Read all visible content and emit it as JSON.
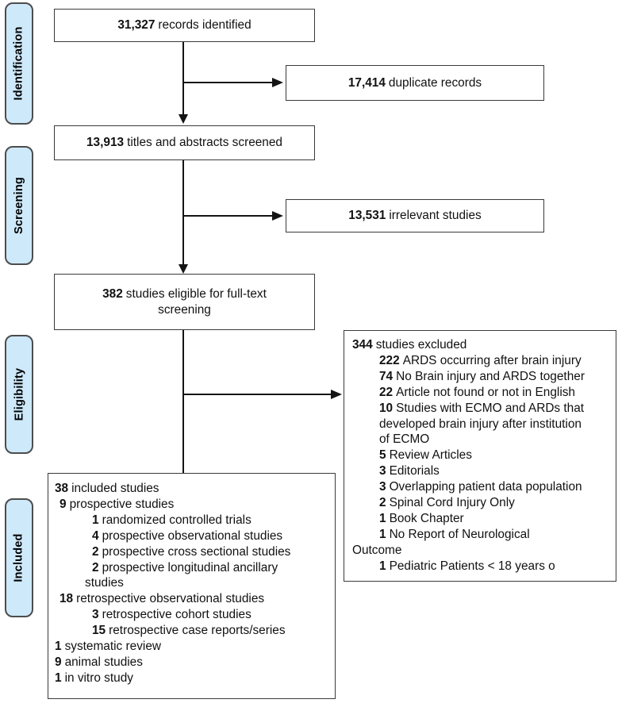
{
  "figure": {
    "kind": "PRISMA flow diagram"
  },
  "stages": [
    {
      "label": "Identification"
    },
    {
      "label": "Screening"
    },
    {
      "label": "Eligibility"
    },
    {
      "label": "Included"
    }
  ],
  "boxes": {
    "records_identified": {
      "num": "31,327",
      "text": "records identified"
    },
    "duplicate_records": {
      "num": "17,414",
      "text": "duplicate records"
    },
    "titles_screened": {
      "num": "13,913",
      "text": "titles and abstracts screened"
    },
    "irrelevant_studies": {
      "num": "13,531",
      "text": "irrelevant studies"
    },
    "fulltext_eligible": {
      "num": "382",
      "text": "studies eligible for full-text",
      "text2": "screening"
    },
    "excluded": {
      "lines": [
        {
          "num": "344",
          "text": "studies excluded",
          "level": 0
        },
        {
          "num": "222",
          "text": "ARDS occurring after brain injury",
          "level": 1
        },
        {
          "num": "74",
          "text": "No Brain injury and ARDS together",
          "level": 1
        },
        {
          "num": "22",
          "text": "Article not found or not in English",
          "level": 1
        },
        {
          "num": "10",
          "text": "Studies with ECMO and ARDs that",
          "level": 1
        },
        {
          "text": "developed brain injury after institution",
          "level": 1
        },
        {
          "text": "of ECMO",
          "level": 1
        },
        {
          "num": "5",
          "text": "Review Articles",
          "level": 1
        },
        {
          "num": "3",
          "text": "Editorials",
          "level": 1
        },
        {
          "num": "3",
          "text": "Overlapping patient data population",
          "level": 1
        },
        {
          "num": "2",
          "text": "Spinal Cord Injury Only",
          "level": 1
        },
        {
          "num": "1",
          "text": "Book Chapter",
          "level": 1
        },
        {
          "num": "1",
          "text": "No Report of Neurological",
          "level": 1
        },
        {
          "text": "Outcome",
          "level": 0
        },
        {
          "num": "1",
          "text": "Pediatric Patients < 18 years o",
          "level": 1
        }
      ]
    },
    "included": {
      "lines": [
        {
          "num": "38",
          "text": "included studies",
          "level": 0
        },
        {
          "num": "9",
          "text": "prospective studies",
          "level": 1
        },
        {
          "num": "1",
          "text": "randomized controlled trials",
          "level": 2
        },
        {
          "num": "4",
          "text": "prospective observational studies",
          "level": 2
        },
        {
          "num": "2",
          "text": "prospective cross sectional studies",
          "level": 2
        },
        {
          "num": "2",
          "text": "prospective longitudinal ancillary",
          "level": 2
        },
        {
          "text": "studies",
          "level": 3
        },
        {
          "num": "18",
          "text": "retrospective observational studies",
          "level": 1
        },
        {
          "num": "3",
          "text": "retrospective cohort studies",
          "level": 2
        },
        {
          "num": "15",
          "text": "retrospective case reports/series",
          "level": 2
        },
        {
          "num": "1",
          "text": "systematic review",
          "level": 0
        },
        {
          "num": "9",
          "text": "animal studies",
          "level": 0
        },
        {
          "num": "1",
          "text": "in vitro study",
          "level": 0
        }
      ]
    }
  },
  "colors": {
    "stage_fill": "#cde9fa",
    "stage_border": "#4d4d4d",
    "box_border": "#3a3a3a",
    "arrow": "#141414",
    "text": "#111111",
    "background": "#ffffff"
  }
}
